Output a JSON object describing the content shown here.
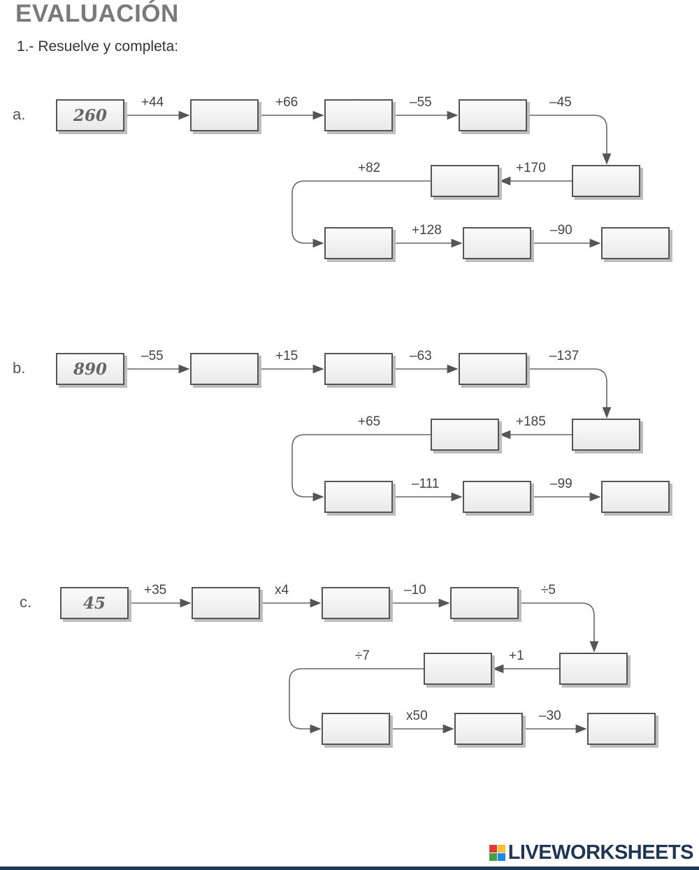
{
  "title": "EVALUACIÓN",
  "instruction": "1.- Resuelve y completa:",
  "problems": [
    {
      "label": "a.",
      "start": "260",
      "ops": [
        "+44",
        "+66",
        "–55",
        "–45",
        "+170",
        "+82",
        "+128",
        "–90"
      ]
    },
    {
      "label": "b.",
      "start": "890",
      "ops": [
        "–55",
        "+15",
        "–63",
        "–137",
        "+185",
        "+65",
        "–111",
        "–99"
      ]
    },
    {
      "label": "c.",
      "start": "45",
      "ops": [
        "+35",
        "x4",
        "–10",
        "÷5",
        "+1",
        "÷7",
        "x50",
        "–30"
      ]
    }
  ],
  "logo": {
    "text": "LIVEWORKSHEETS",
    "colors": [
      "#e53935",
      "#fbc02d",
      "#43a047",
      "#1e88e5"
    ]
  }
}
